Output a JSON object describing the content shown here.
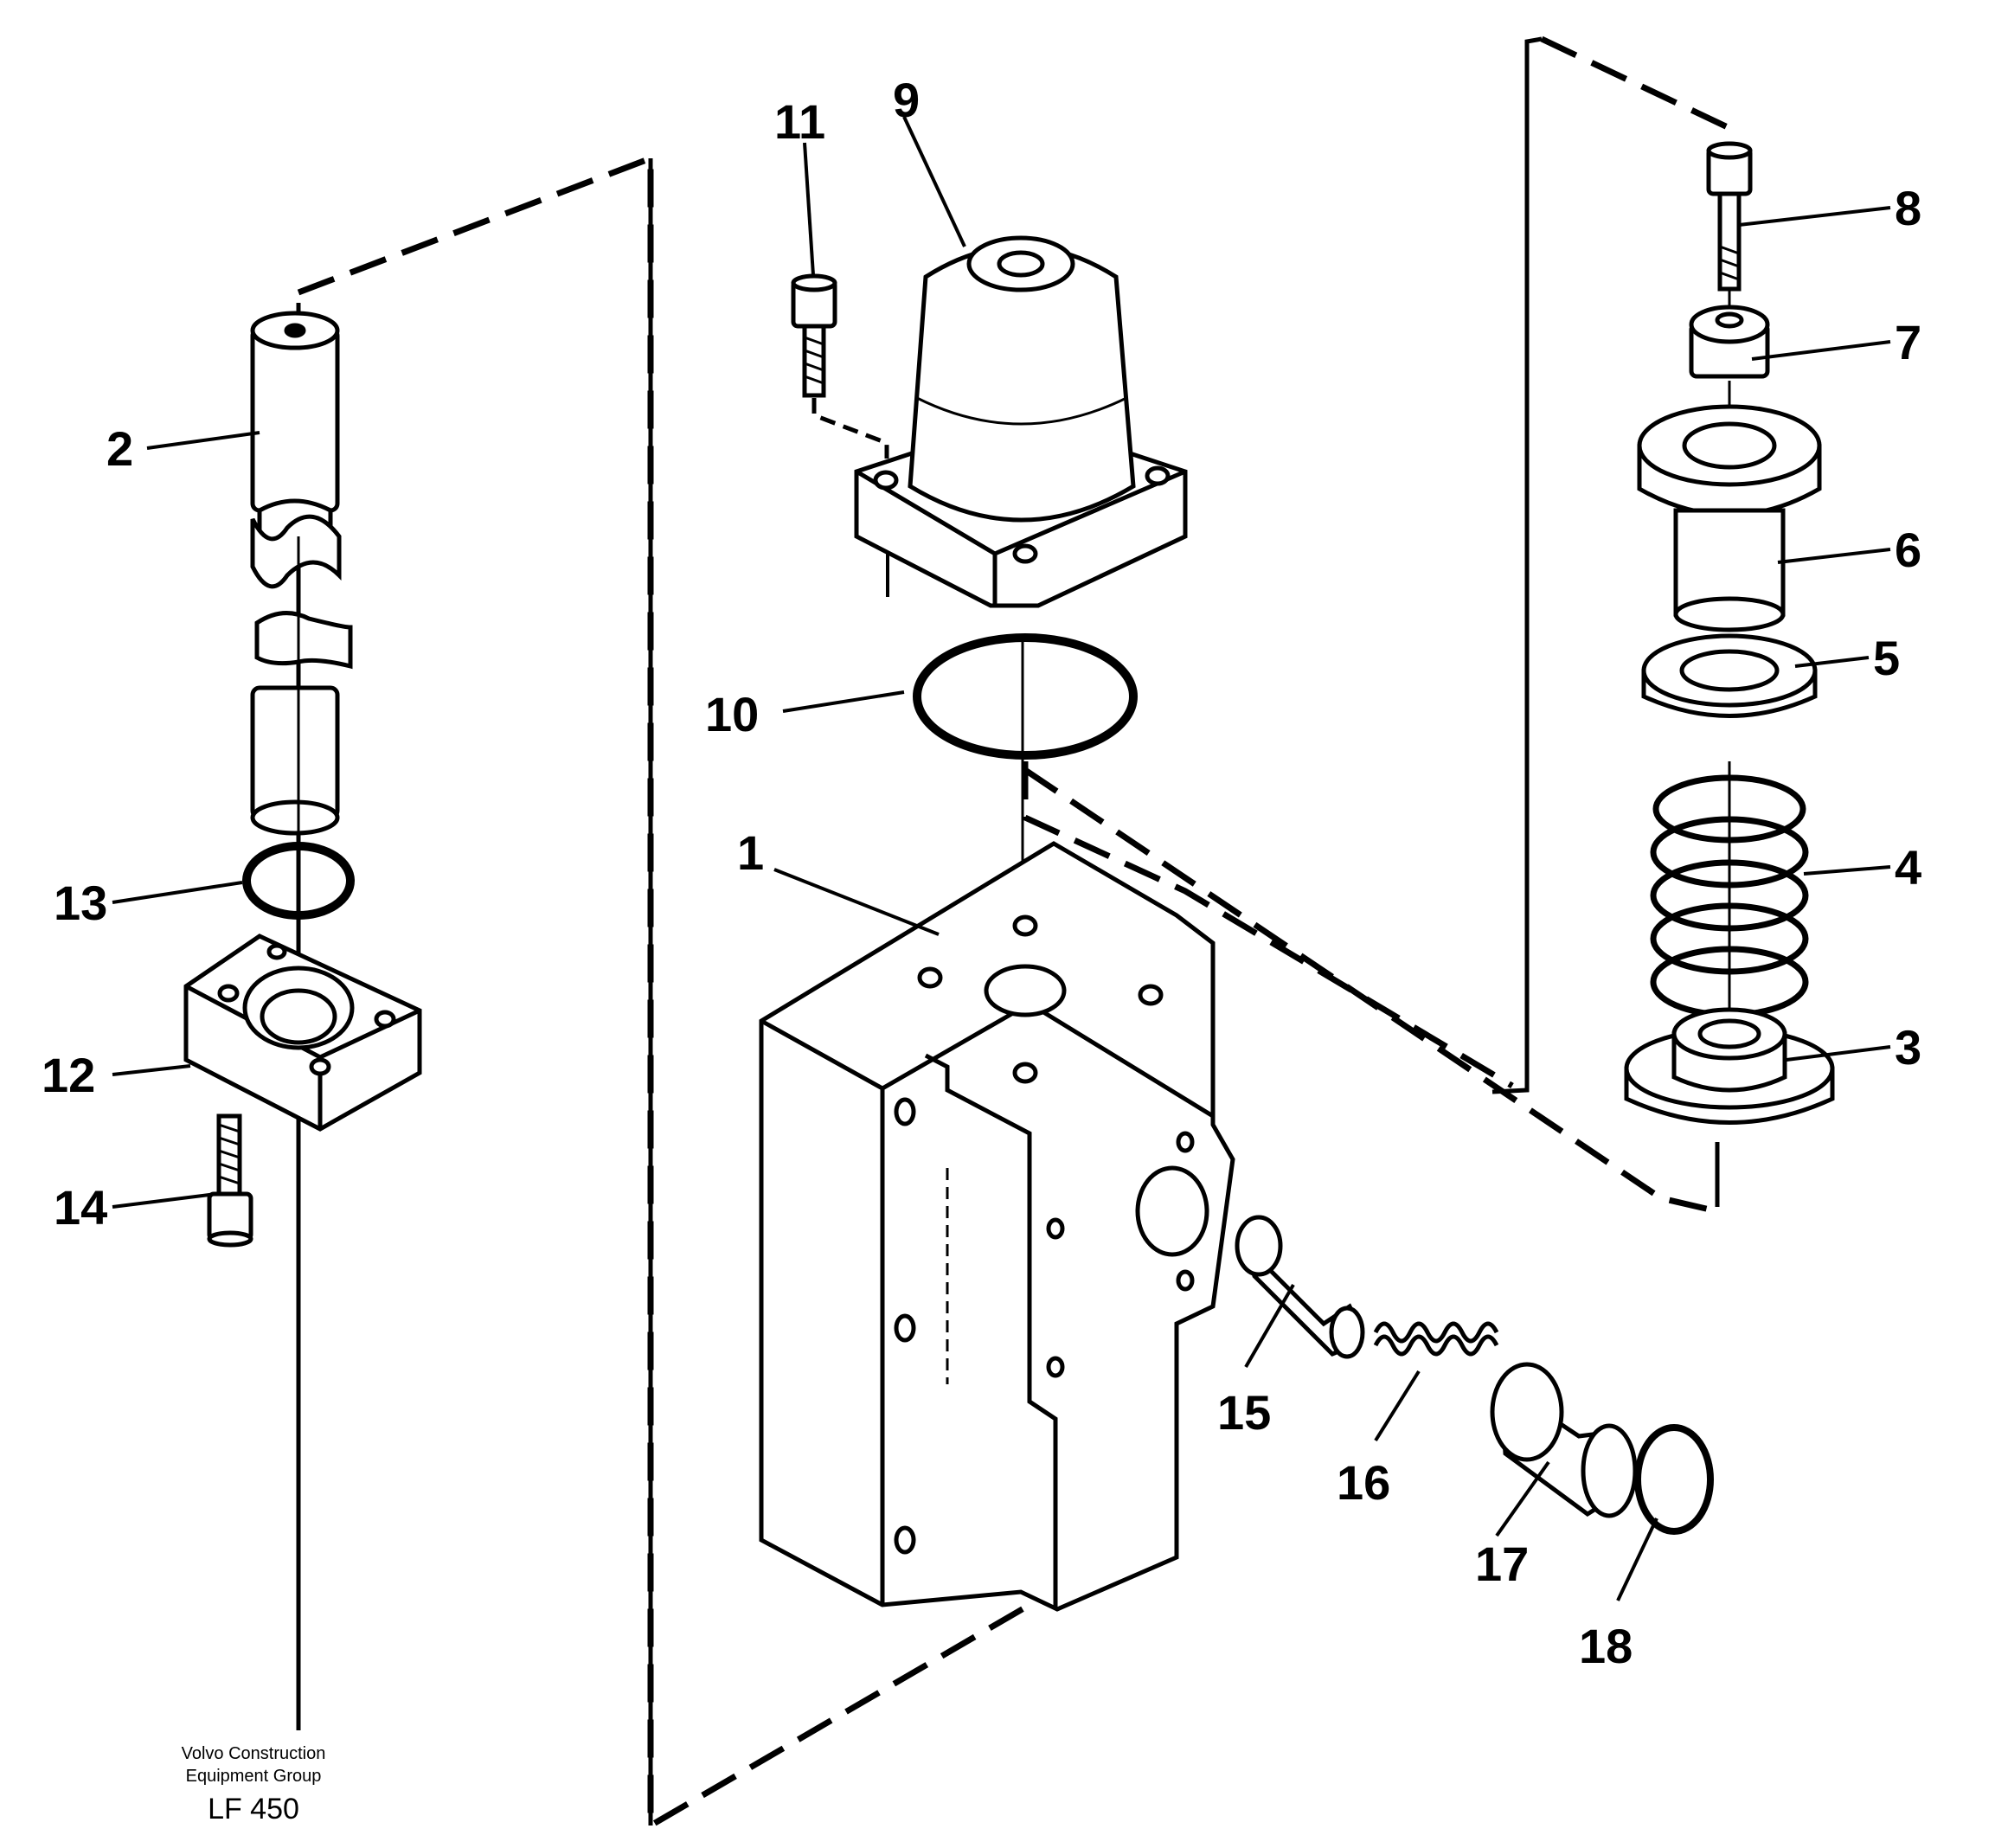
{
  "callouts": [
    {
      "id": "1",
      "label": "1"
    },
    {
      "id": "2",
      "label": "2"
    },
    {
      "id": "3",
      "label": "3"
    },
    {
      "id": "4",
      "label": "4"
    },
    {
      "id": "5",
      "label": "5"
    },
    {
      "id": "6",
      "label": "6"
    },
    {
      "id": "7",
      "label": "7"
    },
    {
      "id": "8",
      "label": "8"
    },
    {
      "id": "9",
      "label": "9"
    },
    {
      "id": "10",
      "label": "10"
    },
    {
      "id": "11",
      "label": "11"
    },
    {
      "id": "12",
      "label": "12"
    },
    {
      "id": "13",
      "label": "13"
    },
    {
      "id": "14",
      "label": "14"
    },
    {
      "id": "15",
      "label": "15"
    },
    {
      "id": "16",
      "label": "16"
    },
    {
      "id": "17",
      "label": "17"
    },
    {
      "id": "18",
      "label": "18"
    }
  ],
  "caption": {
    "line1": "Volvo Construction",
    "line2": "Equipment Group",
    "code": "LF 450"
  }
}
